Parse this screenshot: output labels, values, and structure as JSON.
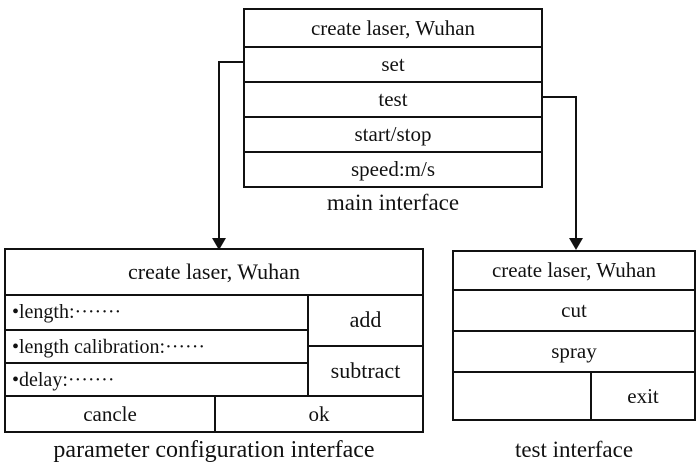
{
  "main_interface": {
    "title": "create laser, Wuhan",
    "items": [
      "set",
      "test",
      "start/stop",
      "speed:m/s"
    ],
    "caption": "main interface"
  },
  "parameter_interface": {
    "title": "create laser, Wuhan",
    "fields": [
      "•length:·······",
      "•length calibration:······",
      "•delay:·······"
    ],
    "action_buttons": [
      "add",
      "subtract"
    ],
    "bottom_buttons": [
      "cancle",
      "ok"
    ],
    "caption": "parameter configuration interface"
  },
  "test_interface": {
    "title": "create laser, Wuhan",
    "items": [
      "cut",
      "spray"
    ],
    "exit_button": "exit",
    "caption": "test interface"
  },
  "colors": {
    "line": "#111111",
    "background": "#ffffff"
  }
}
